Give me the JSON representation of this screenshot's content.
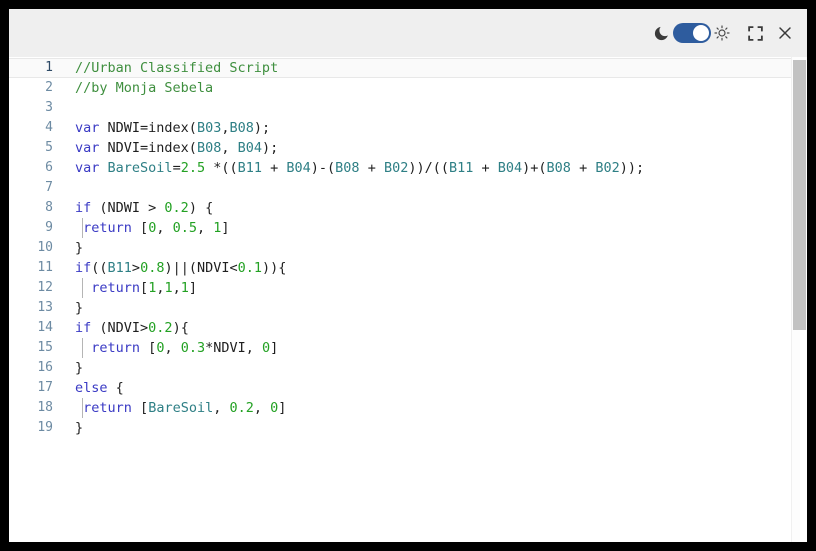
{
  "colors": {
    "header_bg": "#efefef",
    "accent": "#2e5c9e",
    "icon": "#3a3a3a",
    "keyword": "#3a3ac4",
    "band_variable": "#2e7f85",
    "number": "#23a123",
    "comment": "#3f8f3f",
    "plain": "#1f1f1f",
    "line_number": "#6d8ba3",
    "line_number_active": "#2d4a66",
    "scrollbar_thumb": "#c2c2c2"
  },
  "toolbar": {
    "theme_toggle": {
      "state": "light",
      "left_icon": "moon-icon",
      "right_icon": "sun-icon"
    },
    "buttons": [
      {
        "name": "fullscreen-button",
        "icon": "fullscreen-icon"
      },
      {
        "name": "close-button",
        "icon": "close-icon"
      }
    ]
  },
  "editor": {
    "active_line": 1,
    "scrollbar": {
      "visible": true
    },
    "lines": [
      {
        "num": 1,
        "active": true,
        "tokens": [
          {
            "c": "com",
            "t": "//Urban Classified Script"
          }
        ]
      },
      {
        "num": 2,
        "tokens": [
          {
            "c": "com",
            "t": "//by Monja Sebela"
          }
        ]
      },
      {
        "num": 3,
        "tokens": []
      },
      {
        "num": 4,
        "tokens": [
          {
            "c": "kw",
            "t": "var"
          },
          {
            "c": "pl",
            "t": " NDWI=index("
          },
          {
            "c": "band",
            "t": "B03"
          },
          {
            "c": "pl",
            "t": ","
          },
          {
            "c": "band",
            "t": "B08"
          },
          {
            "c": "pl",
            "t": ");"
          }
        ]
      },
      {
        "num": 5,
        "tokens": [
          {
            "c": "kw",
            "t": "var"
          },
          {
            "c": "pl",
            "t": " NDVI=index("
          },
          {
            "c": "band",
            "t": "B08"
          },
          {
            "c": "pl",
            "t": ", "
          },
          {
            "c": "band",
            "t": "B04"
          },
          {
            "c": "pl",
            "t": ");"
          }
        ]
      },
      {
        "num": 6,
        "tokens": [
          {
            "c": "kw",
            "t": "var"
          },
          {
            "c": "pl",
            "t": " "
          },
          {
            "c": "band",
            "t": "BareSoil"
          },
          {
            "c": "pl",
            "t": "="
          },
          {
            "c": "num",
            "t": "2.5"
          },
          {
            "c": "pl",
            "t": " *(("
          },
          {
            "c": "band",
            "t": "B11"
          },
          {
            "c": "pl",
            "t": " + "
          },
          {
            "c": "band",
            "t": "B04"
          },
          {
            "c": "pl",
            "t": ")-("
          },
          {
            "c": "band",
            "t": "B08"
          },
          {
            "c": "pl",
            "t": " + "
          },
          {
            "c": "band",
            "t": "B02"
          },
          {
            "c": "pl",
            "t": "))/(("
          },
          {
            "c": "band",
            "t": "B11"
          },
          {
            "c": "pl",
            "t": " + "
          },
          {
            "c": "band",
            "t": "B04"
          },
          {
            "c": "pl",
            "t": ")+("
          },
          {
            "c": "band",
            "t": "B08"
          },
          {
            "c": "pl",
            "t": " + "
          },
          {
            "c": "band",
            "t": "B02"
          },
          {
            "c": "pl",
            "t": "));"
          }
        ]
      },
      {
        "num": 7,
        "tokens": []
      },
      {
        "num": 8,
        "tokens": [
          {
            "c": "kw",
            "t": "if"
          },
          {
            "c": "pl",
            "t": " (NDWI > "
          },
          {
            "c": "num",
            "t": "0.2"
          },
          {
            "c": "pl",
            "t": ") {"
          }
        ]
      },
      {
        "num": 9,
        "guide": true,
        "tokens": [
          {
            "c": "pl",
            "t": " "
          },
          {
            "c": "kw",
            "t": "return"
          },
          {
            "c": "pl",
            "t": " ["
          },
          {
            "c": "num",
            "t": "0"
          },
          {
            "c": "pl",
            "t": ", "
          },
          {
            "c": "num",
            "t": "0.5"
          },
          {
            "c": "pl",
            "t": ", "
          },
          {
            "c": "num",
            "t": "1"
          },
          {
            "c": "pl",
            "t": "]"
          }
        ]
      },
      {
        "num": 10,
        "tokens": [
          {
            "c": "pl",
            "t": "}"
          }
        ]
      },
      {
        "num": 11,
        "tokens": [
          {
            "c": "kw",
            "t": "if"
          },
          {
            "c": "pl",
            "t": "(("
          },
          {
            "c": "band",
            "t": "B11"
          },
          {
            "c": "pl",
            "t": ">"
          },
          {
            "c": "num",
            "t": "0.8"
          },
          {
            "c": "pl",
            "t": ")||(NDVI<"
          },
          {
            "c": "num",
            "t": "0.1"
          },
          {
            "c": "pl",
            "t": ")){"
          }
        ]
      },
      {
        "num": 12,
        "guide": true,
        "tokens": [
          {
            "c": "pl",
            "t": "  "
          },
          {
            "c": "kw",
            "t": "return"
          },
          {
            "c": "pl",
            "t": "["
          },
          {
            "c": "num",
            "t": "1"
          },
          {
            "c": "pl",
            "t": ","
          },
          {
            "c": "num",
            "t": "1"
          },
          {
            "c": "pl",
            "t": ","
          },
          {
            "c": "num",
            "t": "1"
          },
          {
            "c": "pl",
            "t": "]"
          }
        ]
      },
      {
        "num": 13,
        "tokens": [
          {
            "c": "pl",
            "t": "}"
          }
        ]
      },
      {
        "num": 14,
        "tokens": [
          {
            "c": "kw",
            "t": "if"
          },
          {
            "c": "pl",
            "t": " (NDVI>"
          },
          {
            "c": "num",
            "t": "0.2"
          },
          {
            "c": "pl",
            "t": "){"
          }
        ]
      },
      {
        "num": 15,
        "guide": true,
        "tokens": [
          {
            "c": "pl",
            "t": "  "
          },
          {
            "c": "kw",
            "t": "return"
          },
          {
            "c": "pl",
            "t": " ["
          },
          {
            "c": "num",
            "t": "0"
          },
          {
            "c": "pl",
            "t": ", "
          },
          {
            "c": "num",
            "t": "0.3"
          },
          {
            "c": "pl",
            "t": "*NDVI, "
          },
          {
            "c": "num",
            "t": "0"
          },
          {
            "c": "pl",
            "t": "]"
          }
        ]
      },
      {
        "num": 16,
        "tokens": [
          {
            "c": "pl",
            "t": "}"
          }
        ]
      },
      {
        "num": 17,
        "tokens": [
          {
            "c": "kw",
            "t": "else"
          },
          {
            "c": "pl",
            "t": " {"
          }
        ]
      },
      {
        "num": 18,
        "guide": true,
        "tokens": [
          {
            "c": "pl",
            "t": " "
          },
          {
            "c": "kw",
            "t": "return"
          },
          {
            "c": "pl",
            "t": " ["
          },
          {
            "c": "band",
            "t": "BareSoil"
          },
          {
            "c": "pl",
            "t": ", "
          },
          {
            "c": "num",
            "t": "0.2"
          },
          {
            "c": "pl",
            "t": ", "
          },
          {
            "c": "num",
            "t": "0"
          },
          {
            "c": "pl",
            "t": "]"
          }
        ]
      },
      {
        "num": 19,
        "tokens": [
          {
            "c": "pl",
            "t": "}"
          }
        ]
      }
    ]
  }
}
